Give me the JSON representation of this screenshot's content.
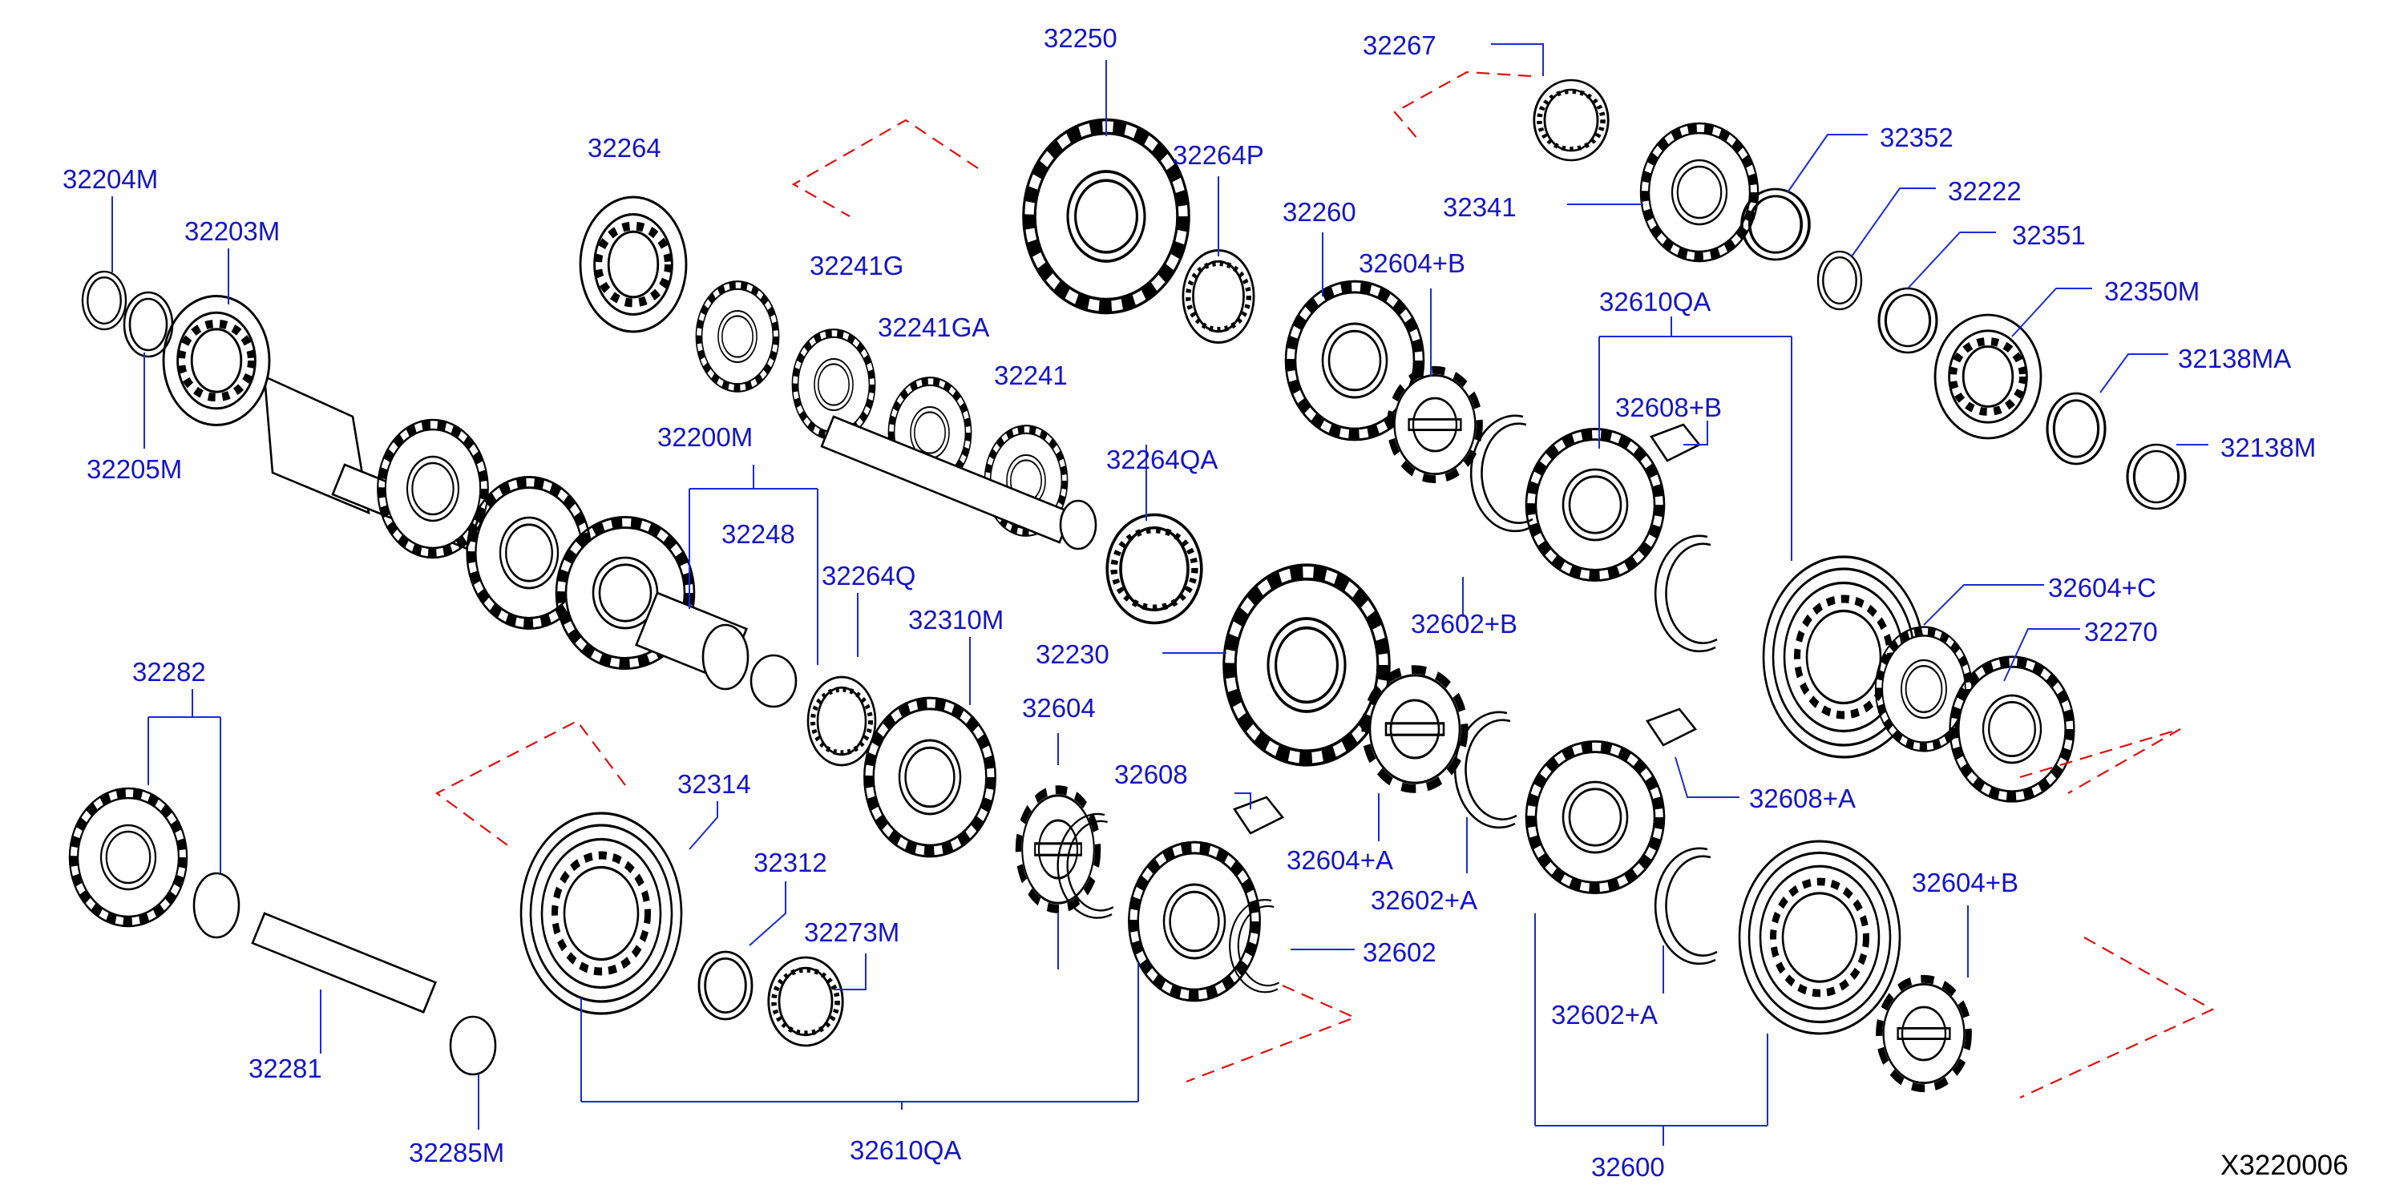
{
  "colors": {
    "label": "#1414c8",
    "leader": "#1a2bd6",
    "dashed": "#e01010",
    "ink": "#000000",
    "background": "#ffffff"
  },
  "figure_ref": "X3220006",
  "labels": [
    "32204M",
    "32203M",
    "32205M",
    "32264",
    "32241G",
    "32241GA",
    "32241",
    "32250",
    "32264P",
    "32260",
    "32267",
    "32341",
    "32352",
    "32222",
    "32351",
    "32350M",
    "32138MA",
    "32138M",
    "32200M",
    "32248",
    "32264QA",
    "32604+B",
    "32610QA",
    "32608+B",
    "32264Q",
    "32310M",
    "32230",
    "32604",
    "32608",
    "32602+B",
    "32604+C",
    "32270",
    "32282",
    "32314",
    "32312",
    "32273M",
    "32602",
    "32604+A",
    "32602+A",
    "32608+A",
    "32281",
    "32285M",
    "32610QA",
    "32604+B",
    "32602+A",
    "32600"
  ]
}
